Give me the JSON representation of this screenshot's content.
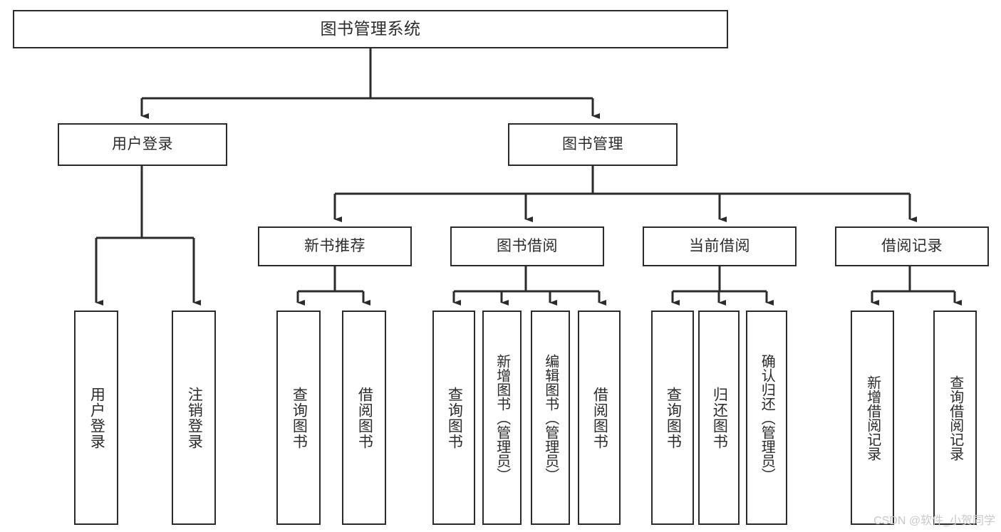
{
  "diagram": {
    "title": "图书管理系统",
    "type": "tree-hierarchy-chart",
    "watermark": "CSDN @软件_小贺同学",
    "colors": {
      "box_border": "#2b2b2b",
      "box_fill": "#ffffff",
      "text": "#2b2b2b",
      "connector": "#2b2b2b",
      "watermark": "#c9c9c9",
      "background": "#ffffff"
    },
    "root": {
      "label": "图书管理系统"
    },
    "level1": [
      {
        "label": "用户登录"
      },
      {
        "label": "图书管理"
      }
    ],
    "level2": [
      {
        "label": "新书推荐"
      },
      {
        "label": "图书借阅"
      },
      {
        "label": "当前借阅"
      },
      {
        "label": "借阅记录"
      }
    ],
    "leaves": {
      "user_login": [
        {
          "label": "用户登录"
        },
        {
          "label": "注销登录"
        }
      ],
      "new_book_recommend": [
        {
          "label": "查询图书"
        },
        {
          "label": "借阅图书"
        }
      ],
      "book_borrow": [
        {
          "label": "查询图书"
        },
        {
          "label": "新增图书（管理员）"
        },
        {
          "label": "编辑图书（管理员）"
        },
        {
          "label": "借阅图书"
        }
      ],
      "current_borrow": [
        {
          "label": "查询图书"
        },
        {
          "label": "归还图书"
        },
        {
          "label": "确认归还（管理员）"
        }
      ],
      "borrow_record": [
        {
          "label": "新增借阅记录"
        },
        {
          "label": "查询借阅记录"
        }
      ]
    }
  }
}
